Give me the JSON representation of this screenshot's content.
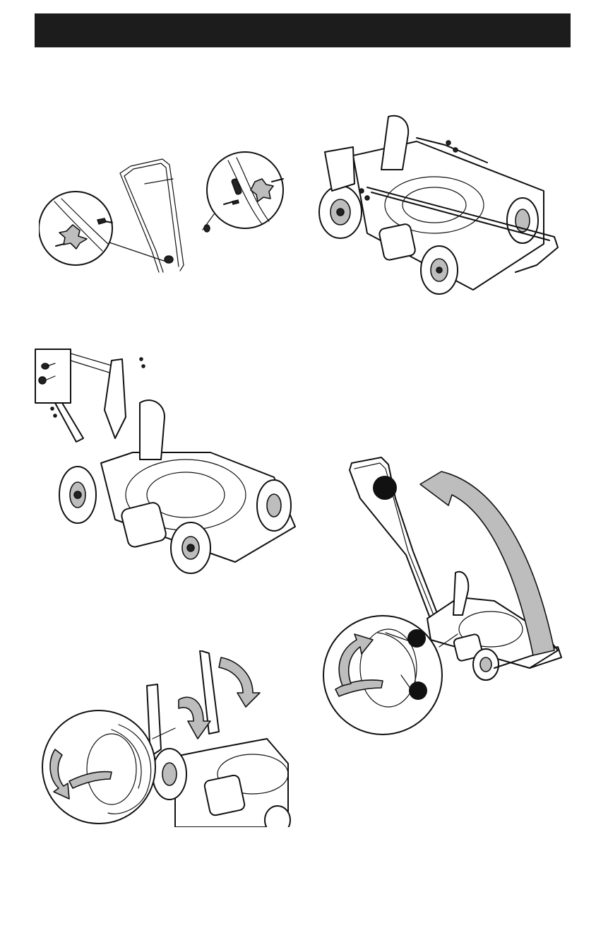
{
  "page": {
    "banner_text": "",
    "figures": [
      {
        "name": "handle-knob-detail",
        "icons": [
          "handle-frame-icon",
          "knob-callout-left-icon",
          "knob-callout-right-icon"
        ]
      },
      {
        "name": "lower-handle-attach",
        "icons": [
          "mower-deck-icon",
          "lower-handle-icon",
          "bolt-pair-icon"
        ]
      },
      {
        "name": "handle-bracket-hardware",
        "icons": [
          "hardware-callout-icon",
          "mower-deck-icon",
          "bolt-pair-icon"
        ]
      },
      {
        "name": "handle-fold-rotate",
        "icons": [
          "wheel-bracket-callout-icon",
          "rotate-arrow-icon",
          "mower-deck-icon"
        ]
      },
      {
        "name": "handle-raise",
        "icons": [
          "raise-arrow-icon",
          "position-marker-icon",
          "wheel-bracket-callout-icon"
        ]
      }
    ],
    "markers": [
      "",
      "",
      ""
    ]
  }
}
